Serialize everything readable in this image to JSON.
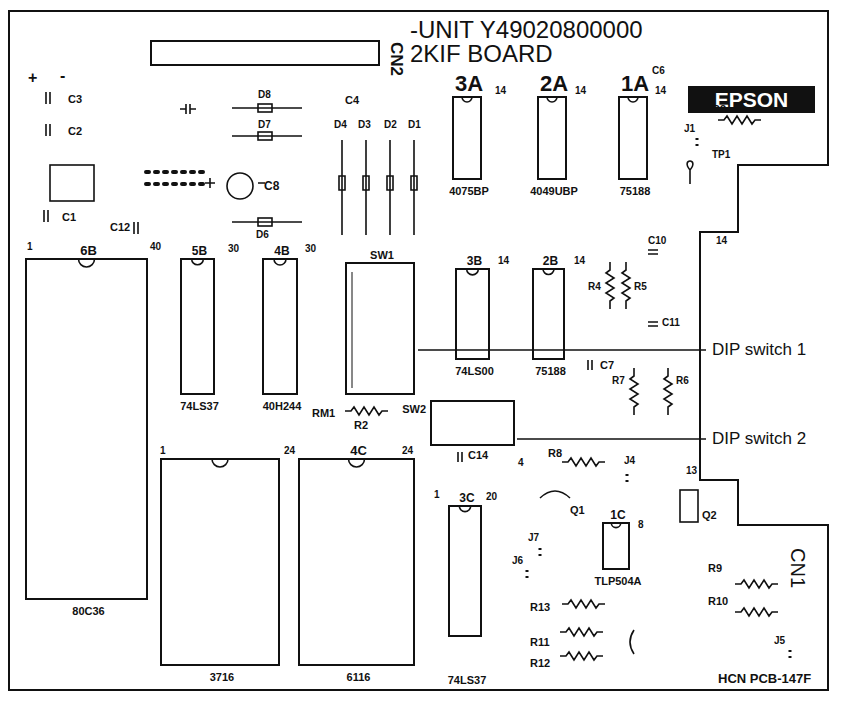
{
  "diagram": {
    "nodes": [
      {
        "text": [
          "-UNIT Y49020800000 2KIF BOARD"
        ]
      },
      {
        "text": [
          "CN2"
        ],
        "in": 0
      },
      {
        "text": [
          "3A",
          "4075BP"
        ],
        "in": 0
      },
      {
        "text": [
          "2A",
          "4049UBP"
        ],
        "in": 0
      },
      {
        "text": [
          "1A",
          "75188"
        ],
        "in": 0
      },
      {
        "text": [
          "EPSON"
        ],
        "in": 0
      },
      {
        "text": [
          "6B",
          "80C36"
        ],
        "in": 0
      },
      {
        "text": [
          "5B",
          "74LS37"
        ],
        "in": 0
      },
      {
        "text": [
          "4B",
          "40H244"
        ],
        "in": 0
      },
      {
        "text": [
          "SW1"
        ],
        "in": 0
      },
      {
        "text": [
          "3B",
          "74LS00"
        ],
        "in": 0
      },
      {
        "text": [
          "2B",
          "75188"
        ],
        "in": 0
      },
      {
        "text": [
          "SW2"
        ],
        "in": 0
      },
      {
        "text": [
          "3716"
        ],
        "in": 0
      },
      {
        "text": [
          "4C",
          "6116"
        ],
        "in": 0
      },
      {
        "text": [
          "3C",
          "74LS37"
        ],
        "in": 0
      },
      {
        "text": [
          "1C",
          "TLP504A"
        ],
        "in": 0
      }
    ],
    "labels": [
      "+",
      "-",
      "C3",
      "C2",
      "C1",
      "C12",
      "D8",
      "D7",
      "D6",
      "C8",
      "C4",
      "D4",
      "D3",
      "D2",
      "D1",
      "C6",
      "J1",
      "R3",
      "TP1",
      "C10",
      "R4",
      "R5",
      "C11",
      "C7",
      "R7",
      "R6",
      "RM1",
      "R2",
      "C14",
      "R8",
      "J4",
      "Q1",
      "Q2",
      "J7",
      "J6",
      "R9",
      "R10",
      "R13",
      "R11",
      "R12",
      "J5",
      "CN1",
      "HCN PCB-147F",
      "DIP switch 1",
      "DIP switch 2",
      "1",
      "40",
      "30",
      "30",
      "14",
      "14",
      "14",
      "14",
      "14",
      "1",
      "24",
      "24",
      "1",
      "20",
      "8",
      "4",
      "13",
      "14"
    ]
  }
}
